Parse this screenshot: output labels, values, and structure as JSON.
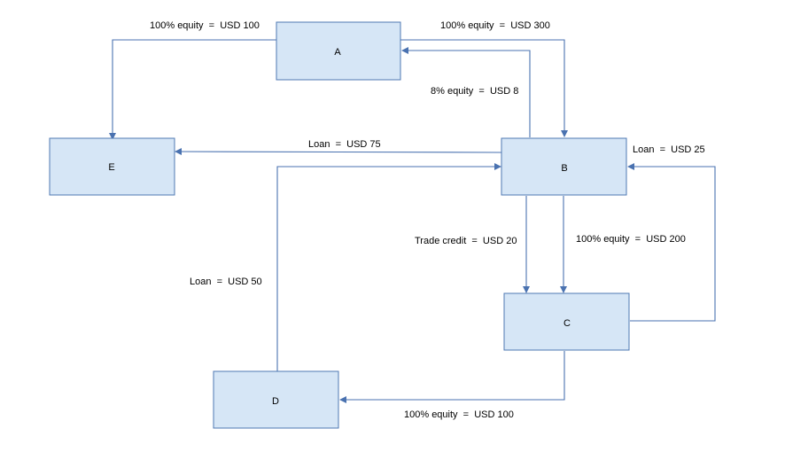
{
  "nodes": {
    "a": {
      "label": "A"
    },
    "b": {
      "label": "B"
    },
    "c": {
      "label": "C"
    },
    "d": {
      "label": "D"
    },
    "e": {
      "label": "E"
    }
  },
  "edges": {
    "a_to_e": {
      "label": "100% equity  =  USD 100"
    },
    "a_to_b": {
      "label": "100% equity  =  USD 300"
    },
    "b_to_a": {
      "label": "8% equity  =  USD 8"
    },
    "b_to_e": {
      "label": "Loan  =  USD 75"
    },
    "c_to_b": {
      "label": "Loan  =  USD 25"
    },
    "b_to_c_trade": {
      "label": "Trade credit  =  USD 20"
    },
    "b_to_c_equity": {
      "label": "100% equity  =  USD 200"
    },
    "d_to_b": {
      "label": "Loan  =  USD 50"
    },
    "c_to_d": {
      "label": "100% equity  =  USD 100"
    }
  },
  "colors": {
    "node_fill": "#d6e6f6",
    "node_border": "#4f78b3",
    "edge": "#4a72b0"
  }
}
